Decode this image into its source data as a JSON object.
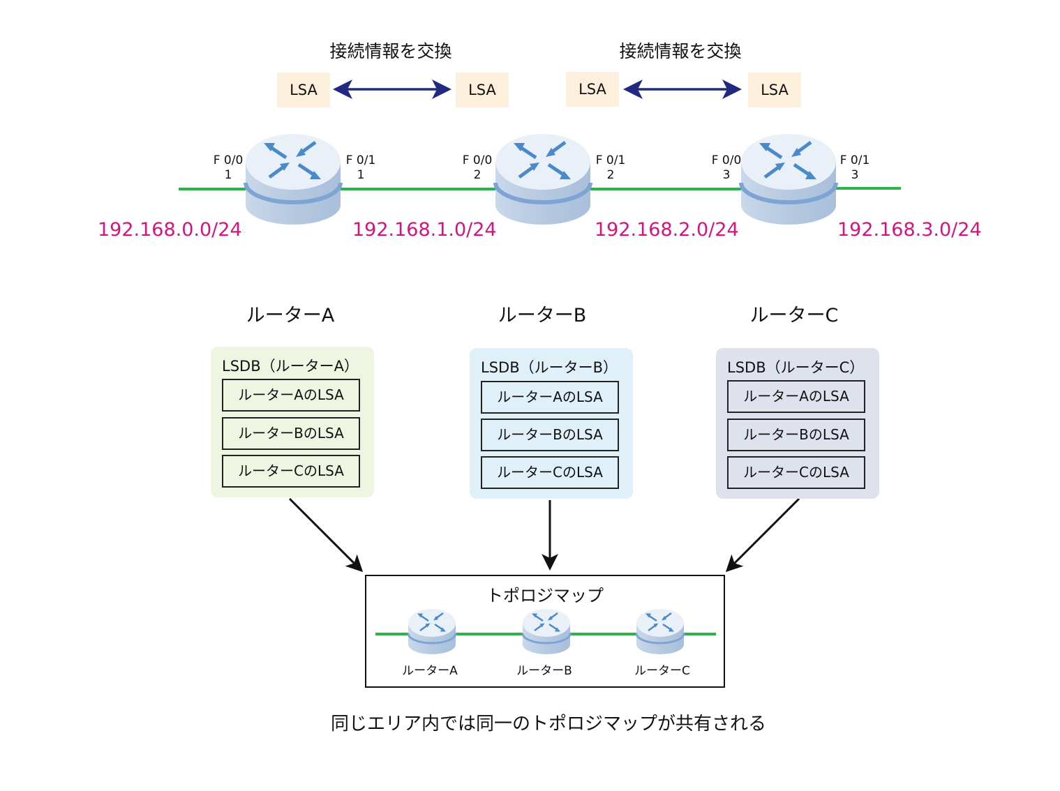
{
  "exchange": [
    {
      "title": "接続情報を交換",
      "left_lsa": "LSA",
      "right_lsa": "LSA"
    },
    {
      "title": "接続情報を交換",
      "left_lsa": "LSA",
      "right_lsa": "LSA"
    }
  ],
  "routers": [
    {
      "name": "ルーターA",
      "port_left": "F 0/0",
      "port_left_num": "1",
      "port_right": "F 0/1",
      "port_right_num": "1"
    },
    {
      "name": "ルーターB",
      "port_left": "F 0/0",
      "port_left_num": "2",
      "port_right": "F 0/1",
      "port_right_num": "2"
    },
    {
      "name": "ルーターC",
      "port_left": "F 0/0",
      "port_left_num": "3",
      "port_right": "F 0/1",
      "port_right_num": "3"
    }
  ],
  "networks": [
    "192.168.0.0/24",
    "192.168.1.0/24",
    "192.168.2.0/24",
    "192.168.3.0/24"
  ],
  "lsdb": [
    {
      "title": "LSDB（ルーターA）",
      "items": [
        "ルーターAのLSA",
        "ルーターBのLSA",
        "ルーターCのLSA"
      ],
      "bg": "#eef6e2"
    },
    {
      "title": "LSDB（ルーターB）",
      "items": [
        "ルーターAのLSA",
        "ルーターBのLSA",
        "ルーターCのLSA"
      ],
      "bg": "#dff0f8"
    },
    {
      "title": "LSDB（ルーターC）",
      "items": [
        "ルーターAのLSA",
        "ルーターBのLSA",
        "ルーターCのLSA"
      ],
      "bg": "#dde2ec"
    }
  ],
  "topology": {
    "title": "トポロジマップ",
    "routers": [
      "ルーターA",
      "ルーターB",
      "ルーターC"
    ]
  },
  "caption": "同じエリア内では同一のトポロジマップが共有される",
  "colors": {
    "link": "#2db34a",
    "network_label": "#d4137f",
    "exchange_arrow": "#1f2a80",
    "lsa_bg": "#fcf0dc",
    "router_top": "#e8eff8",
    "router_body": "#b8cbe2",
    "router_band": "#7ea4d4",
    "router_arrow": "#4a8ac8"
  }
}
